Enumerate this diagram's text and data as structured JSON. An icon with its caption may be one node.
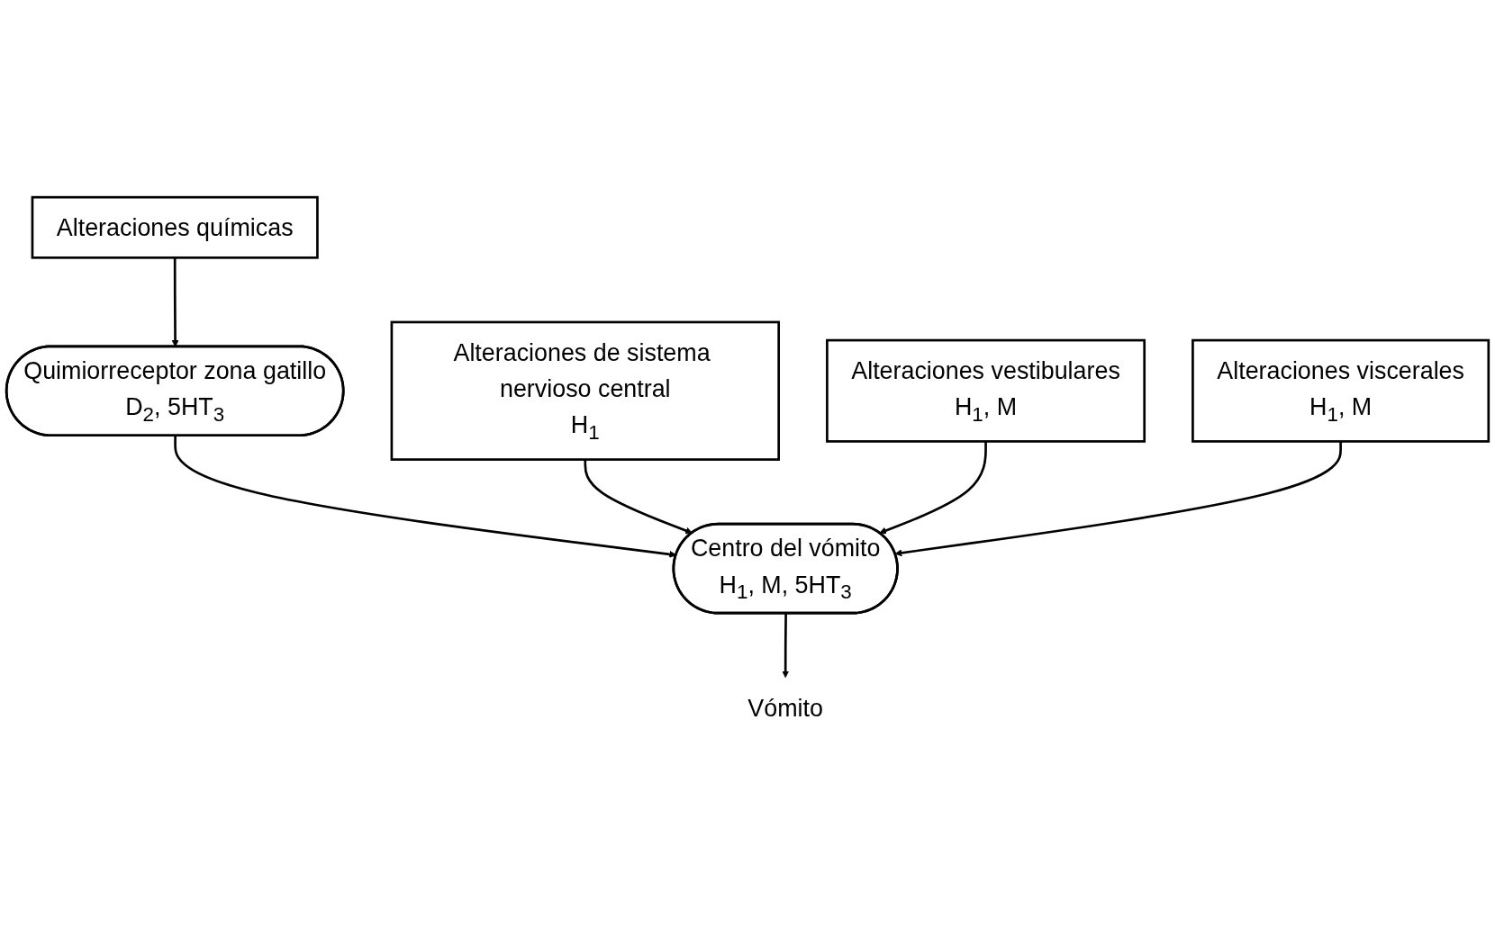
{
  "diagram": {
    "nodes": [
      {
        "text": [
          "Alteraciones químicas"
        ]
      },
      {
        "text": [
          "Alteraciones de sistema nervioso central",
          "H$_{1}$"
        ]
      },
      {
        "text": [
          "Alteraciones vestibulares",
          "H$_{1}$, M"
        ]
      },
      {
        "text": [
          "Quimiorreceptor zona gatillo",
          "D$_{2}$, 5HT$_{3}$"
        ]
      },
      {
        "text": [
          "Centro del vómito",
          "H$_{1}$, M, 5HT$_{3}$"
        ]
      },
      {
        "text": [
          "Alteraciones viscerales",
          "H$_{1}$, M"
        ]
      },
      {
        "text": [
          "Vómito"
        ]
      }
    ],
    "edges": [
      {
        "from": 0,
        "to": 3,
        "arrow": "to"
      },
      {
        "from": 3,
        "to": 4,
        "arrow": "to"
      },
      {
        "from": 1,
        "to": 4,
        "arrow": "to"
      },
      {
        "from": 2,
        "to": 4,
        "arrow": "to"
      },
      {
        "from": 5,
        "to": 4,
        "arrow": "to"
      },
      {
        "from": 4,
        "to": 6,
        "arrow": "to"
      }
    ]
  }
}
